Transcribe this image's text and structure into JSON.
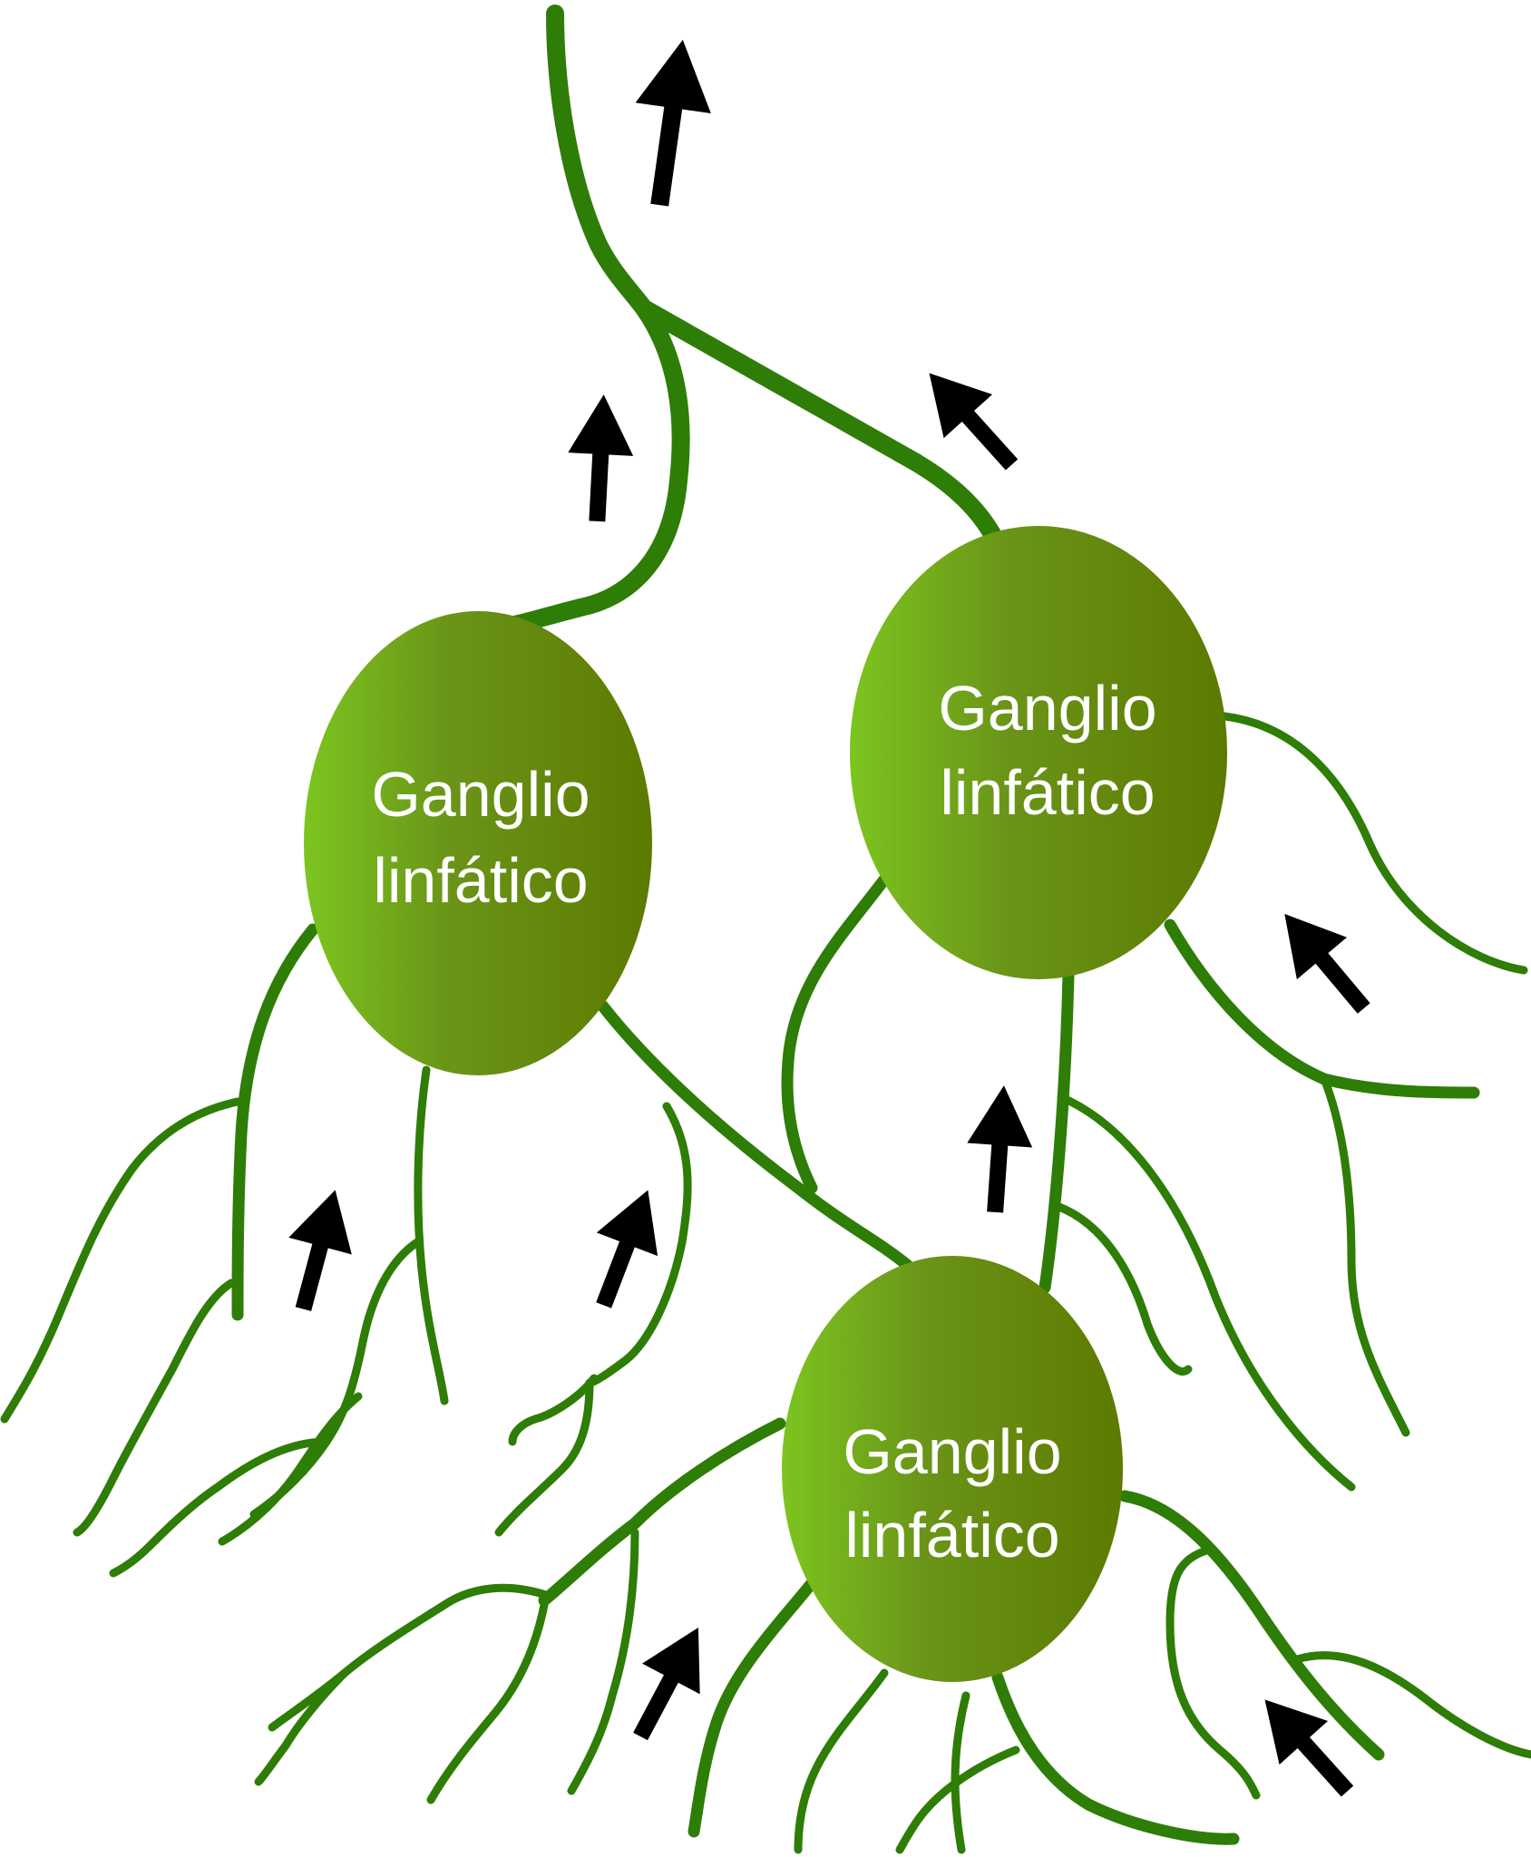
{
  "colors": {
    "vessel": "#2e7d06",
    "node_light": "#7cc520",
    "node_dark": "#5c7a00",
    "arrow": "#000000",
    "label": "#ffffff",
    "background": "#ffffff"
  },
  "nodes": [
    {
      "id": "left",
      "line1": "Ganglio",
      "line2": "linfático"
    },
    {
      "id": "right",
      "line1": "Ganglio",
      "line2": "linfático"
    },
    {
      "id": "bottom",
      "line1": "Ganglio",
      "line2": "linfático"
    }
  ],
  "flow_direction": "upward toward main lymphatic trunk",
  "arrow_icon": "flow-arrow-icon"
}
